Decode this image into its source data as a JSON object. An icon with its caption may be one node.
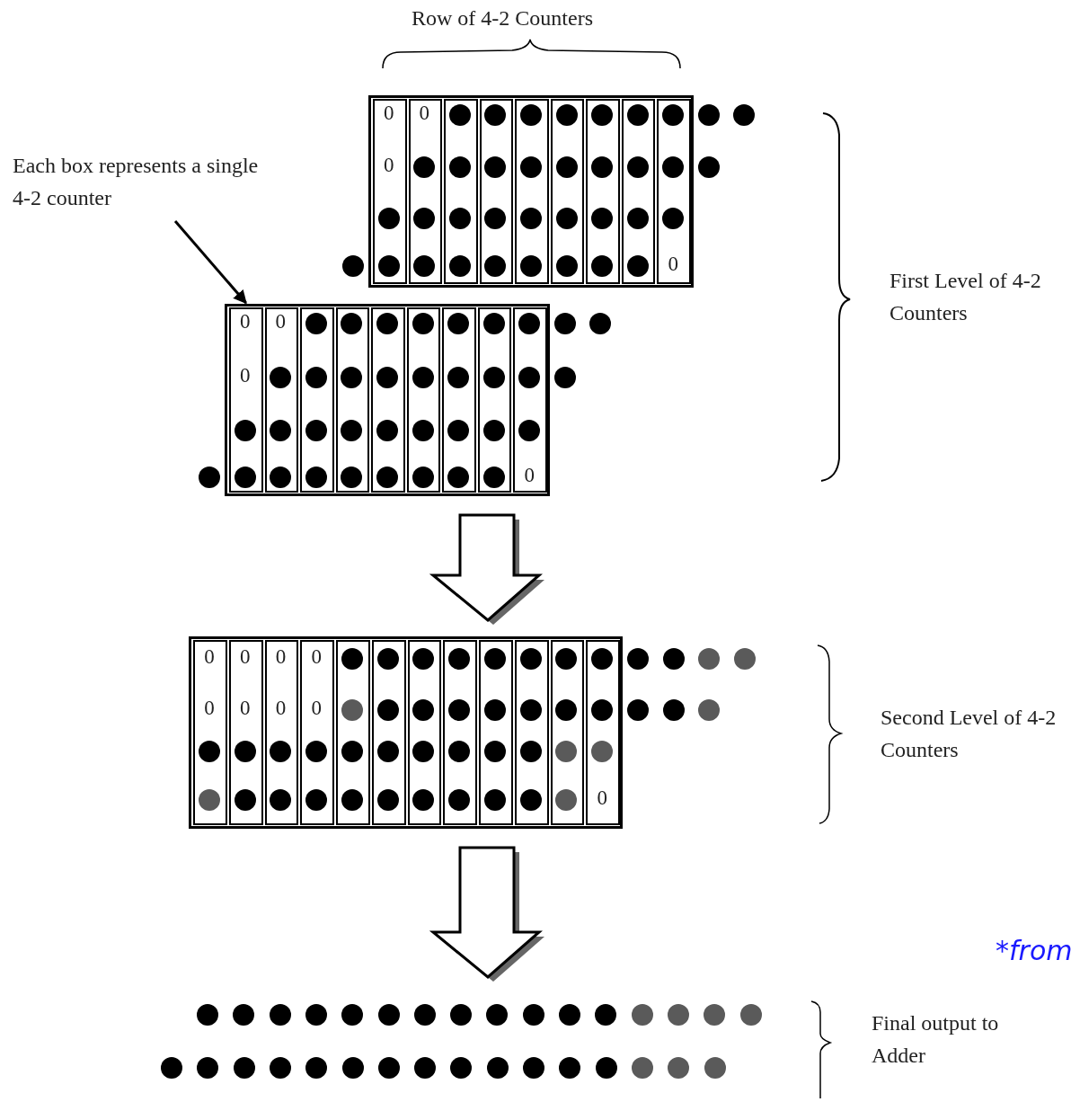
{
  "diagram": {
    "nodes": [
      {
        "text": [],
        "shape": "box"
      },
      {
        "text": [
          "0",
          "0"
        ],
        "in": 0
      },
      {
        "text": [
          "0"
        ],
        "in": 0
      },
      {
        "text": [],
        "shape": "box",
        "in": 0
      },
      {
        "text": [],
        "shape": "box",
        "in": 0
      },
      {
        "text": [],
        "shape": "box",
        "in": 0
      },
      {
        "text": [],
        "shape": "box",
        "in": 0
      },
      {
        "text": [],
        "shape": "box",
        "in": 0
      },
      {
        "text": [],
        "shape": "box",
        "in": 0
      },
      {
        "text": [
          "0"
        ],
        "in": 0
      },
      {
        "text": [
          "Each box represents a single 4-2 counter"
        ]
      },
      {
        "text": [],
        "shape": "box"
      },
      {
        "text": [
          "0",
          "0"
        ],
        "in": 11
      },
      {
        "text": [
          "0"
        ],
        "in": 11
      },
      {
        "text": [],
        "shape": "box",
        "in": 11
      },
      {
        "text": [],
        "shape": "box",
        "in": 11
      },
      {
        "text": [],
        "shape": "box",
        "in": 11
      },
      {
        "text": [],
        "shape": "box",
        "in": 11
      },
      {
        "text": [],
        "shape": "box",
        "in": 11
      },
      {
        "text": [],
        "shape": "box",
        "in": 11
      },
      {
        "text": [
          "0"
        ],
        "in": 11
      },
      {
        "text": [],
        "shape": "box"
      },
      {
        "text": [
          "0",
          "0"
        ],
        "in": 21
      },
      {
        "text": [
          "0",
          "0"
        ],
        "in": 21
      },
      {
        "text": [
          "0",
          "0"
        ],
        "in": 21
      },
      {
        "text": [
          "0",
          "0"
        ],
        "in": 21
      },
      {
        "text": [],
        "shape": "box",
        "in": 21
      },
      {
        "text": [],
        "shape": "box",
        "in": 21
      },
      {
        "text": [],
        "shape": "box",
        "in": 21
      },
      {
        "text": [],
        "shape": "box",
        "in": 21
      },
      {
        "text": [],
        "shape": "box",
        "in": 21
      },
      {
        "text": [],
        "shape": "box",
        "in": 21
      },
      {
        "text": [],
        "shape": "box",
        "in": 21
      },
      {
        "text": [
          "0"
        ],
        "in": 21
      }
    ],
    "edges": [
      {
        "from": 10,
        "to": 12,
        "arrow": "to"
      },
      {
        "from": 11,
        "to": 21,
        "arrow": "to"
      },
      {
        "from": 21,
        "to": null,
        "arrow": "to"
      }
    ],
    "labels": [
      "Row of 4-2 Counters",
      "First Level of 4-2 Counters",
      "Second Level of 4-2 Counters",
      "*from",
      "Final output to Adder"
    ]
  }
}
